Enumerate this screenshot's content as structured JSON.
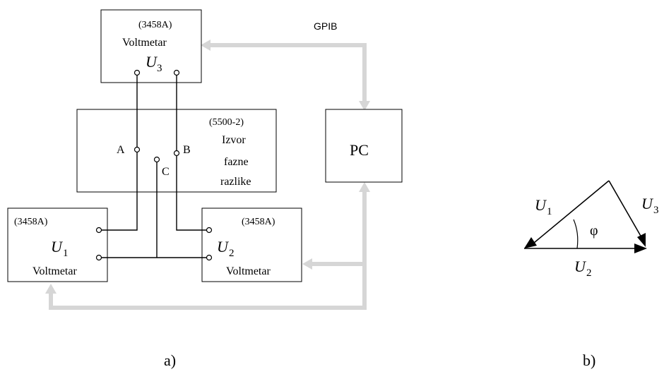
{
  "diagram_a": {
    "voltmeter_top": {
      "model": "(3458A)",
      "name": "Voltmetar",
      "symbol": "U",
      "subscript": "3"
    },
    "source": {
      "model": "(5500-2)",
      "line1": "Izvor",
      "line2": "fazne",
      "line3": "razlike",
      "terminal_a": "A",
      "terminal_b": "B",
      "terminal_c": "C"
    },
    "voltmeter_left": {
      "model": "(3458A)",
      "name": "Voltmetar",
      "symbol": "U",
      "subscript": "1"
    },
    "voltmeter_right": {
      "model": "(3458A)",
      "name": "Voltmetar",
      "symbol": "U",
      "subscript": "2"
    },
    "pc": {
      "label": "PC"
    },
    "bus_label": "GPIB",
    "caption": "a)"
  },
  "diagram_b": {
    "u1": {
      "symbol": "U",
      "subscript": "1"
    },
    "u2": {
      "symbol": "U",
      "subscript": "2"
    },
    "u3": {
      "symbol": "U",
      "subscript": "3"
    },
    "angle": "φ",
    "caption": "b)"
  },
  "colors": {
    "bus": "#d6d6d6",
    "line": "#000000"
  }
}
